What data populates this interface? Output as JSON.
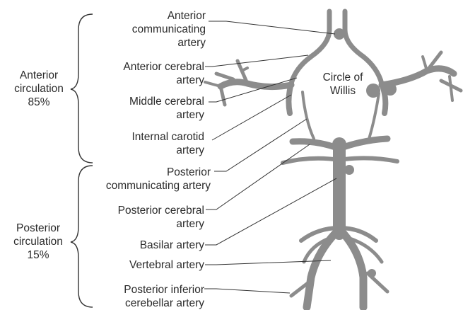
{
  "groups": {
    "anterior": {
      "line1": "Anterior",
      "line2": "circulation",
      "line3": "85%"
    },
    "posterior": {
      "line1": "Posterior",
      "line2": "circulation",
      "line3": "15%"
    }
  },
  "labels": {
    "anterior_communicating": [
      "Anterior",
      "communicating",
      "artery"
    ],
    "anterior_cerebral": [
      "Anterior cerebral",
      "artery"
    ],
    "middle_cerebral": [
      "Middle cerebral",
      "artery"
    ],
    "internal_carotid": [
      "Internal carotid",
      "artery"
    ],
    "posterior_communicating": [
      "Posterior",
      "communicating artery"
    ],
    "posterior_cerebral": [
      "Posterior cerebral",
      "artery"
    ],
    "basilar": "Basilar artery",
    "vertebral": "Vertebral artery",
    "posterior_inferior_cerebellar": [
      "Posterior inferior",
      "cerebellar artery"
    ]
  },
  "diagram_title": [
    "Circle of",
    "Willis"
  ],
  "colors": {
    "artery": "#8c8c8c",
    "artery_dark": "#6e6e6e",
    "leader": "#333333",
    "text": "#2b2b2b"
  }
}
